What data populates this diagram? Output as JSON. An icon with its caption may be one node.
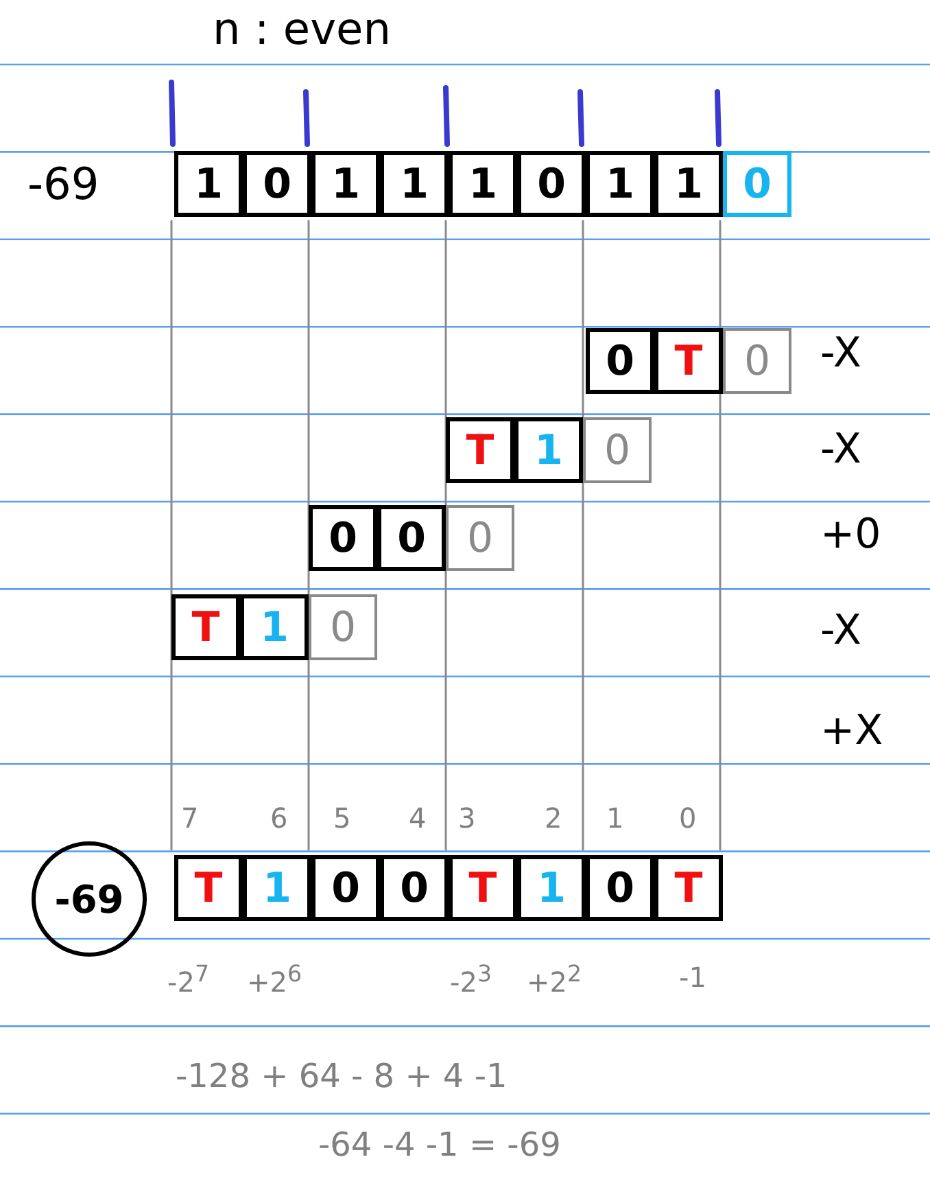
{
  "diagram": {
    "title": "n : even",
    "nodes": [
      {
        "text": [
          "1"
        ]
      },
      {
        "text": [
          "0"
        ]
      },
      {
        "text": [
          "1"
        ]
      },
      {
        "text": [
          "1"
        ]
      },
      {
        "text": [
          "1"
        ]
      },
      {
        "text": [
          "0"
        ]
      },
      {
        "text": [
          "1"
        ]
      },
      {
        "text": [
          "1"
        ]
      },
      {
        "text": [
          "0"
        ]
      },
      {
        "text": [
          "0"
        ]
      },
      {
        "text": [
          "T"
        ]
      },
      {
        "text": [
          "0"
        ]
      },
      {
        "text": [
          "T"
        ]
      },
      {
        "text": [
          "1"
        ]
      },
      {
        "text": [
          "0"
        ]
      },
      {
        "text": [
          "0"
        ]
      },
      {
        "text": [
          "0"
        ]
      },
      {
        "text": [
          "0"
        ]
      },
      {
        "text": [
          "T"
        ]
      },
      {
        "text": [
          "1"
        ]
      },
      {
        "text": [
          "0"
        ]
      },
      {
        "text": [
          "-69"
        ]
      },
      {
        "text": [
          "T"
        ]
      },
      {
        "text": [
          "1"
        ]
      },
      {
        "text": [
          "0"
        ]
      },
      {
        "text": [
          "0"
        ]
      },
      {
        "text": [
          "T"
        ]
      },
      {
        "text": [
          "1"
        ]
      },
      {
        "text": [
          "0"
        ]
      },
      {
        "text": [
          "T"
        ]
      }
    ],
    "labels": [
      "-69",
      "-X",
      "-X",
      "+0",
      "-X",
      "+X",
      "7",
      "6",
      "5",
      "4",
      "3",
      "2",
      "1",
      "0",
      "-2$^{7}$",
      "+2$^{6}$",
      "-2$^{3}$",
      "+2$^{2}$",
      "-1",
      "-128 + 64 - 8 + 4 -1",
      "-64 -4 -1 = -69"
    ]
  }
}
